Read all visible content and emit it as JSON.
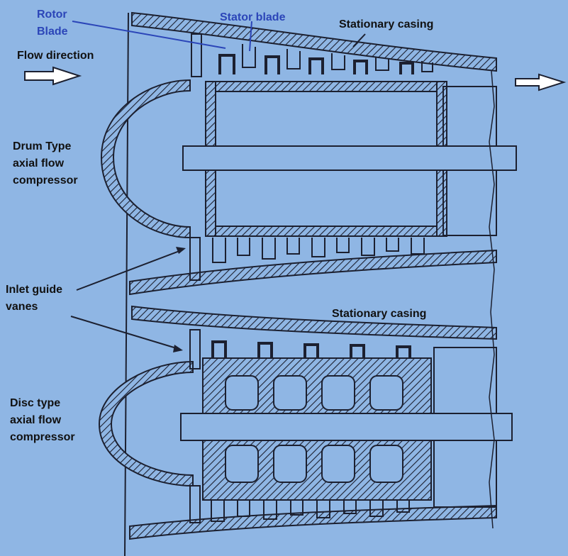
{
  "labels": {
    "rotor_blade": [
      "Rotor",
      "Blade"
    ],
    "stator_blade": "Stator blade",
    "casing_top": "Stationary casing",
    "casing_bottom": "Stationary casing",
    "flow_direction": "Flow direction",
    "drum_type": [
      "Drum Type",
      "axial flow",
      "compressor"
    ],
    "inlet_guide_vanes": [
      "Inlet guide",
      "vanes"
    ],
    "disc_type": [
      "Disc type",
      "axial flow",
      "compressor"
    ]
  },
  "colors": {
    "background": "#8fb6e4",
    "ink": "#1c2030",
    "label_dark": "#111111",
    "label_blue": "#2b45b8"
  }
}
